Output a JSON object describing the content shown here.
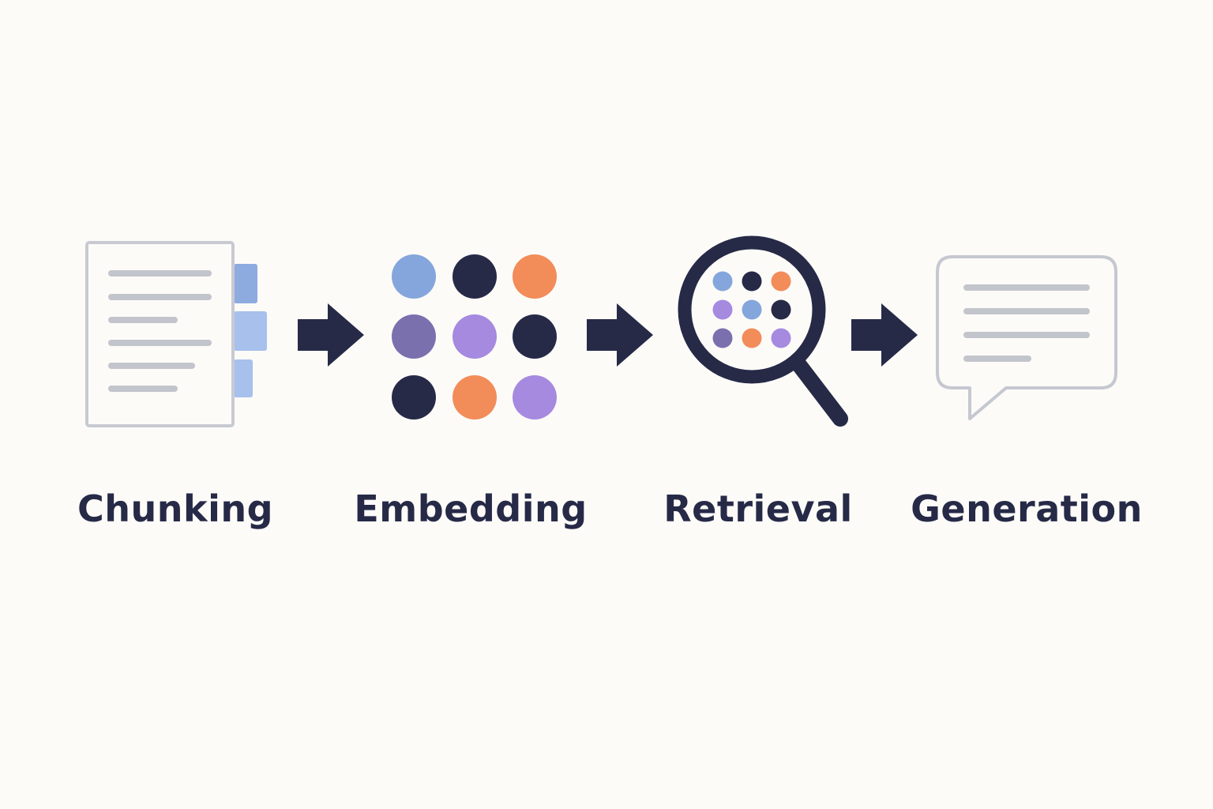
{
  "pipeline": {
    "stages": [
      {
        "id": "chunking",
        "label": "Chunking",
        "icon": "document-chunks-icon"
      },
      {
        "id": "embedding",
        "label": "Embedding",
        "icon": "vector-dots-grid-icon"
      },
      {
        "id": "retrieval",
        "label": "Retrieval",
        "icon": "magnifier-search-icon"
      },
      {
        "id": "generation",
        "label": "Generation",
        "icon": "speech-bubble-icon"
      }
    ],
    "connector_icon": "arrow-right-icon"
  },
  "colors": {
    "background": "#fdfbf8",
    "navy": "#262a47",
    "outline_gray": "#c5c8d0",
    "line_gray": "#c3c5cc",
    "blue": "#84a6dc",
    "light_blue": "#a7c0ec",
    "orange": "#f28c59",
    "purple": "#a68ae0",
    "muted_purple": "#7b70ae"
  }
}
